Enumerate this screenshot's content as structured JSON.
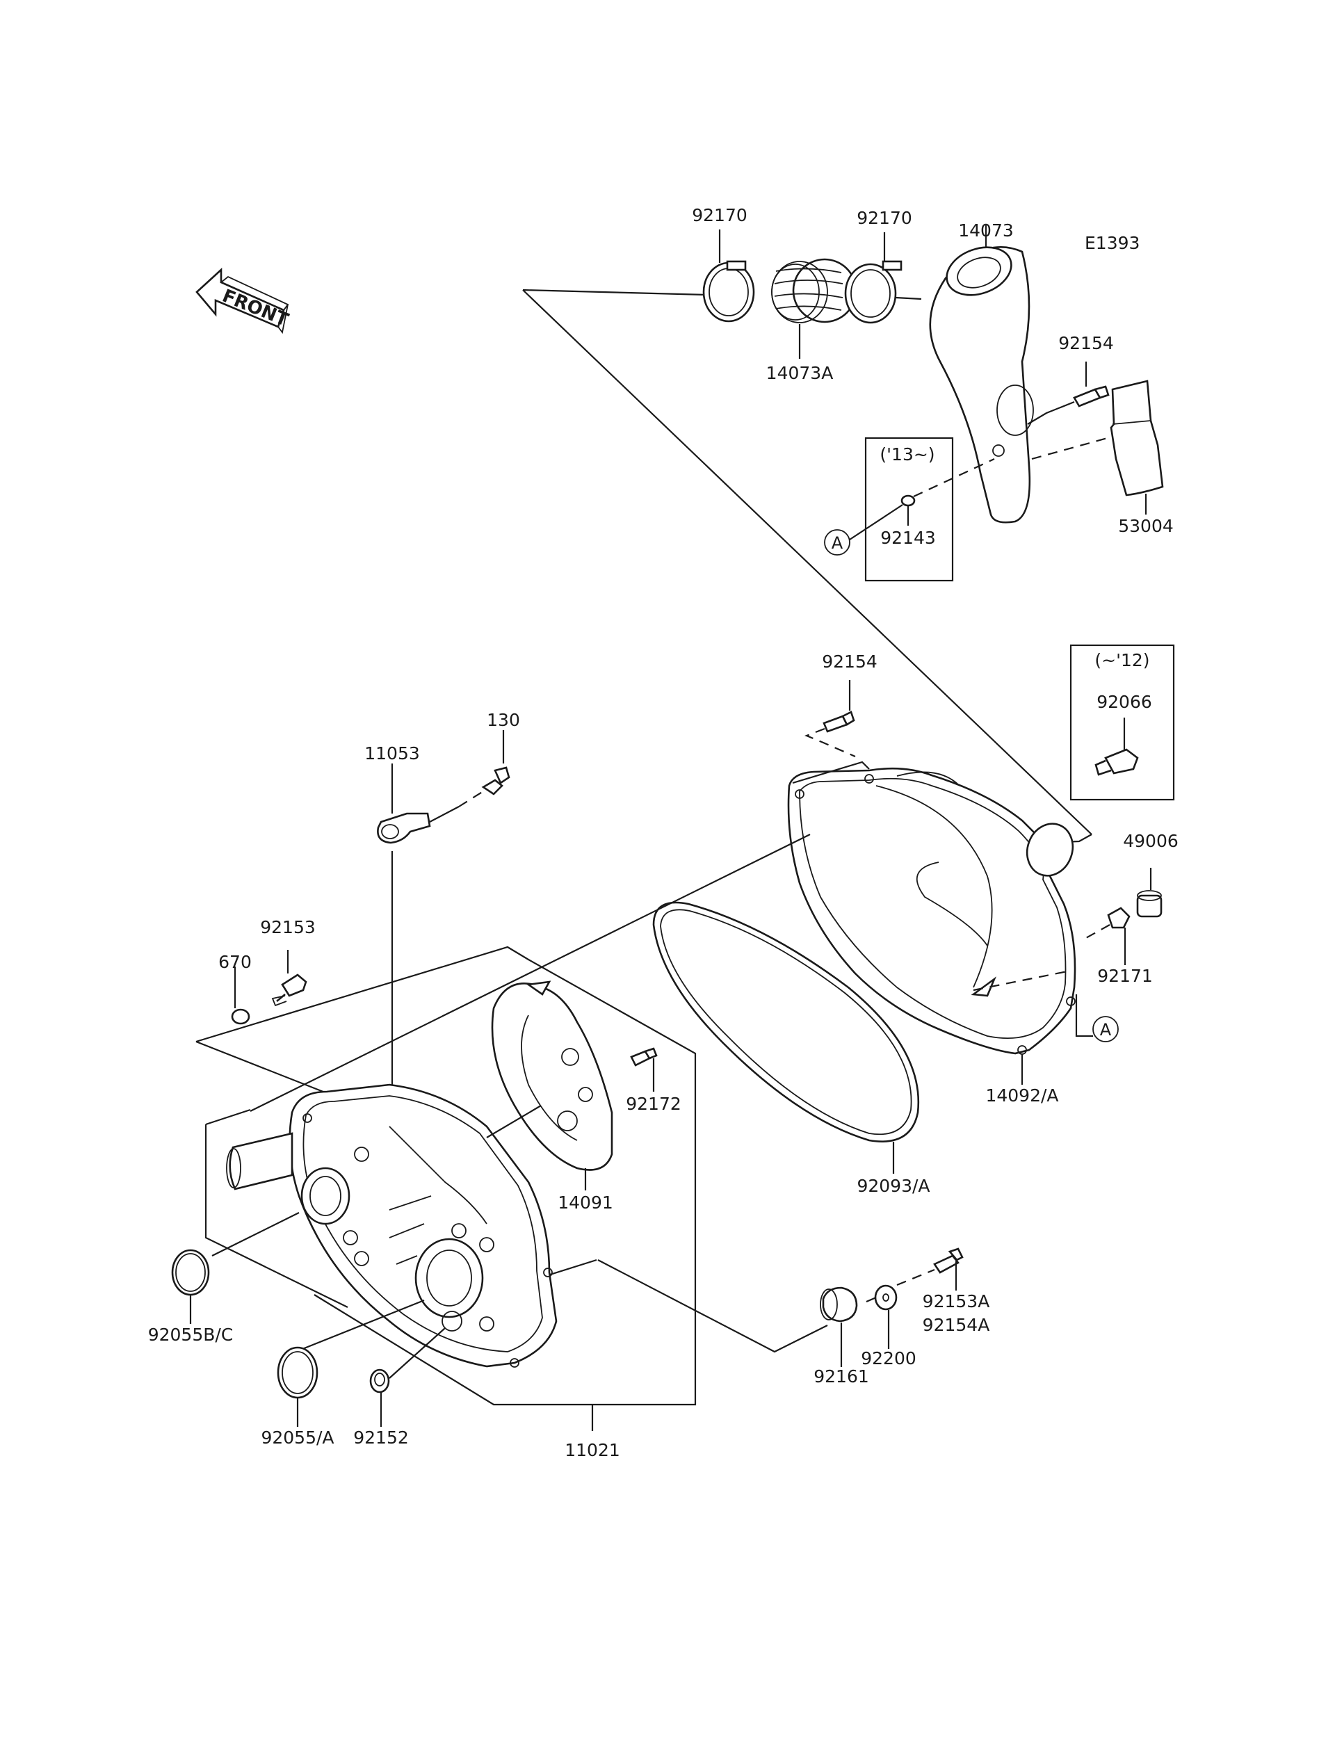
{
  "diagram_code": "E1393",
  "front_label": "FRONT",
  "variant_labels": {
    "from_13": "('13~)",
    "until_12": "(~'12)"
  },
  "ref_marker": "A",
  "parts": [
    {
      "id": "p92170a",
      "number": "92170"
    },
    {
      "id": "p92170b",
      "number": "92170"
    },
    {
      "id": "p14073",
      "number": "14073"
    },
    {
      "id": "p14073A",
      "number": "14073A"
    },
    {
      "id": "p92154a",
      "number": "92154"
    },
    {
      "id": "p53004",
      "number": "53004"
    },
    {
      "id": "p92143",
      "number": "92143"
    },
    {
      "id": "p92154b",
      "number": "92154"
    },
    {
      "id": "p92066",
      "number": "92066"
    },
    {
      "id": "p130",
      "number": "130"
    },
    {
      "id": "p11053",
      "number": "11053"
    },
    {
      "id": "p49006",
      "number": "49006"
    },
    {
      "id": "p92171",
      "number": "92171"
    },
    {
      "id": "p92153",
      "number": "92153"
    },
    {
      "id": "p670",
      "number": "670"
    },
    {
      "id": "p92172",
      "number": "92172"
    },
    {
      "id": "p14092A",
      "number": "14092/A"
    },
    {
      "id": "p14091",
      "number": "14091"
    },
    {
      "id": "p92093A",
      "number": "92093/A"
    },
    {
      "id": "p92153A",
      "number": "92153A"
    },
    {
      "id": "p92154A",
      "number": "92154A"
    },
    {
      "id": "p92055BC",
      "number": "92055B/C"
    },
    {
      "id": "p92200",
      "number": "92200"
    },
    {
      "id": "p92161",
      "number": "92161"
    },
    {
      "id": "p92055A",
      "number": "92055/A"
    },
    {
      "id": "p92152",
      "number": "92152"
    },
    {
      "id": "p11021",
      "number": "11021"
    }
  ]
}
